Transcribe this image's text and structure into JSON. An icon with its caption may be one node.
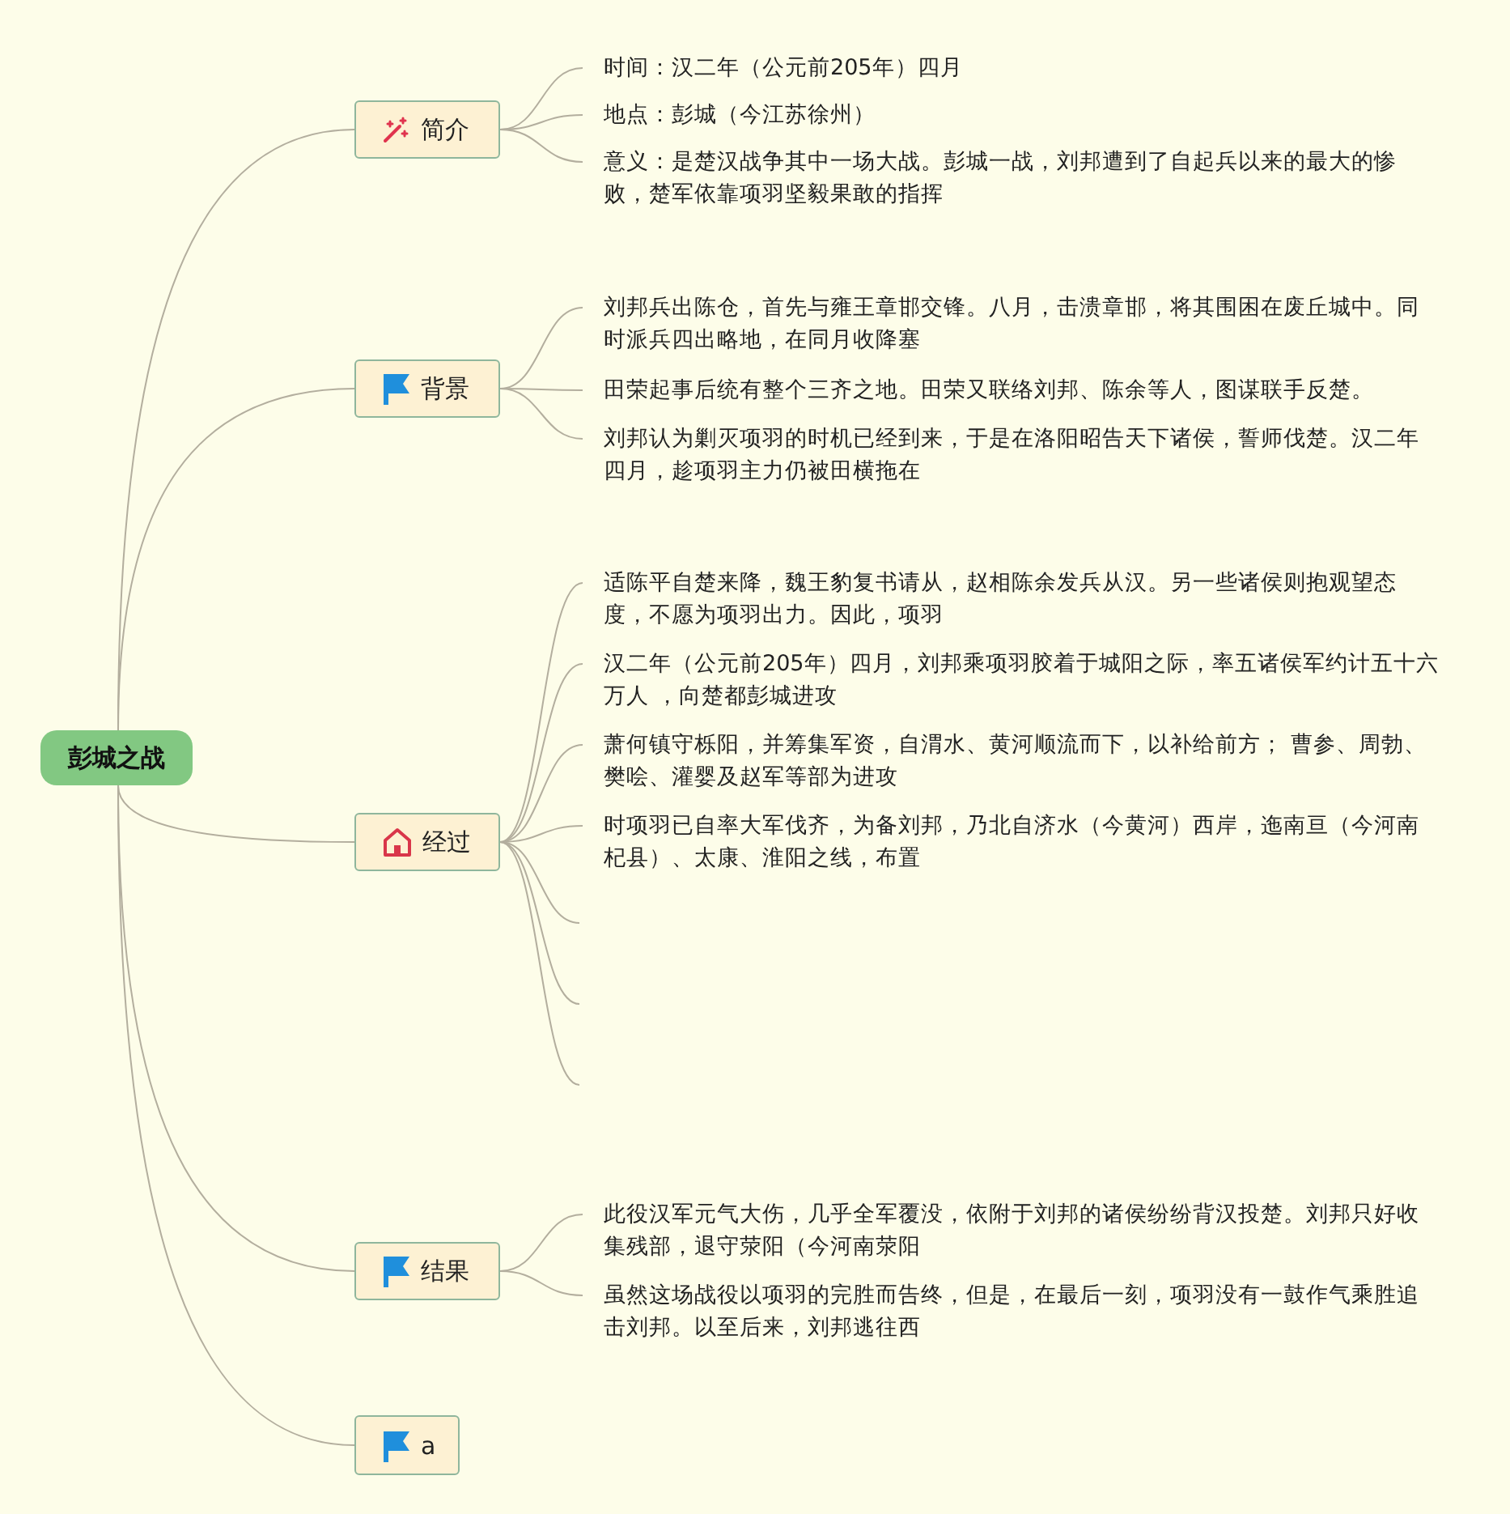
{
  "diagram": {
    "nodes": [
      {
        "text": [
          "彭城之战"
        ]
      },
      {
        "text": [
          "简介"
        ]
      },
      {
        "text": [
          "时间：汉二年（公元前205年）四月"
        ]
      },
      {
        "text": [
          "地点：彭城（今江苏徐州）"
        ]
      },
      {
        "text": [
          "意义：是楚汉战争其中一场大战。彭城一战，刘邦遭到了自起兵以来的最大的惨败，楚军依靠项羽坚毅果敢的指挥"
        ]
      },
      {
        "text": [
          "背景"
        ]
      },
      {
        "text": [
          "刘邦兵出陈仓，首先与雍王章邯交锋。八月，击溃章邯，将其围困在废丘城中。同时派兵四出略地，在同月收降塞"
        ]
      },
      {
        "text": [
          "田荣起事后统有整个三齐之地。田荣又联络刘邦、陈余等人，图谋联手反楚。"
        ]
      },
      {
        "text": [
          "刘邦认为剿灭项羽的时机已经到来，于是在洛阳昭告天下诸侯，誓师伐楚。汉二年四月，趁项羽主力仍被田横拖在"
        ]
      },
      {
        "text": [
          "经过"
        ]
      },
      {
        "text": [
          "适陈平自楚来降，魏王豹复书请从，赵相陈余发兵从汉。另一些诸侯则抱观望态度，不愿为项羽出力。因此，项羽"
        ]
      },
      {
        "text": [
          "汉二年（公元前205年）四月，刘邦乘项羽胶着于城阳之际，率五诸侯军约计五十六万人 ，向楚都彭城进攻"
        ]
      },
      {
        "text": [
          "萧何镇守栎阳，并筹集军资，自渭水、黄河顺流而下，以补给前方； 曹参、周勃、樊哙、灌婴及赵军等部为进攻"
        ]
      },
      {
        "text": [
          "时项羽已自率大军伐齐，为备刘邦，乃北自济水（今黄河）西岸，迤南亘（今河南杞县）、太康、淮阳之线，布置"
        ]
      },
      {
        "text": [
          "结果"
        ]
      },
      {
        "text": [
          "此役汉军元气大伤，几乎全军覆没，依附于刘邦的诸侯纷纷背汉投楚。刘邦只好收集残部，退守荥阳（今河南荥阳"
        ]
      },
      {
        "text": [
          "虽然这场战役以项羽的完胜而告终，但是，在最后一刻，项羽没有一鼓作气乘胜追击刘邦。以至后来，刘邦逃往西"
        ]
      },
      {
        "text": [
          "a"
        ]
      }
    ],
    "edges": [
      {
        "from": 0,
        "to": 1,
        "arrow": "none"
      },
      {
        "from": 0,
        "to": 5,
        "arrow": "none"
      },
      {
        "from": 0,
        "to": 9,
        "arrow": "none"
      },
      {
        "from": 0,
        "to": 14,
        "arrow": "none"
      },
      {
        "from": 0,
        "to": 17,
        "arrow": "none"
      },
      {
        "from": 1,
        "to": 2,
        "arrow": "none"
      },
      {
        "from": 1,
        "to": 3,
        "arrow": "none"
      },
      {
        "from": 1,
        "to": 4,
        "arrow": "none"
      },
      {
        "from": 5,
        "to": 6,
        "arrow": "none"
      },
      {
        "from": 5,
        "to": 7,
        "arrow": "none"
      },
      {
        "from": 5,
        "to": 8,
        "arrow": "none"
      },
      {
        "from": 9,
        "to": 10,
        "arrow": "none"
      },
      {
        "from": 9,
        "to": 11,
        "arrow": "none"
      },
      {
        "from": 9,
        "to": 12,
        "arrow": "none"
      },
      {
        "from": 9,
        "to": 13,
        "arrow": "none"
      },
      {
        "from": 9,
        "to": null,
        "arrow": "none"
      },
      {
        "from": 9,
        "to": null,
        "arrow": "none"
      },
      {
        "from": 9,
        "to": null,
        "arrow": "none"
      },
      {
        "from": 14,
        "to": 15,
        "arrow": "none"
      },
      {
        "from": 14,
        "to": 16,
        "arrow": "none"
      }
    ]
  }
}
